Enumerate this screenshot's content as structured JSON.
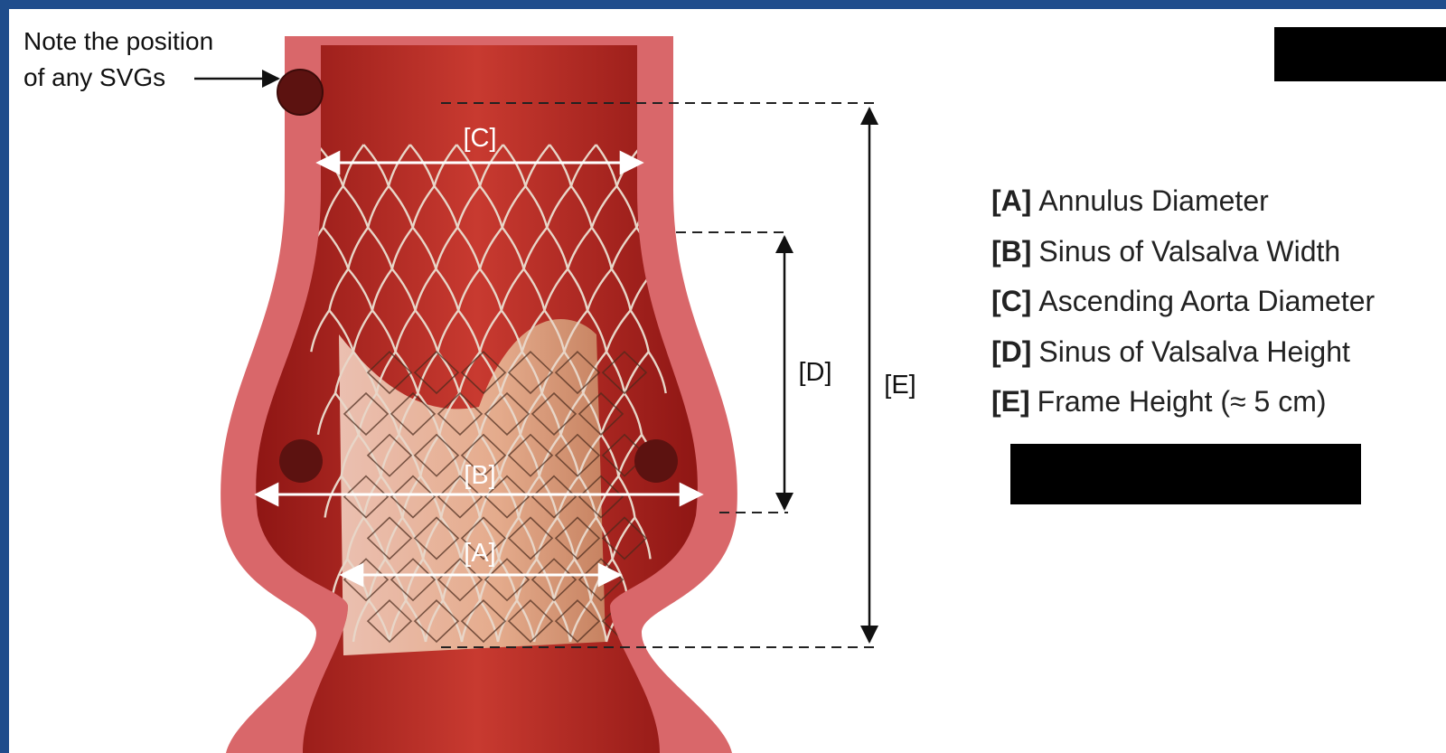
{
  "colors": {
    "background_border": "#1f4d8c",
    "vessel_wall": "#d9676a",
    "vessel_lumen": "#b3221f",
    "frame_wire": "#e8d6c8",
    "leaflet": "#e9b79a",
    "svg_dot": "#5c1210"
  },
  "note": {
    "line1": "Note the position",
    "line2": "of any SVGs"
  },
  "dimensions": {
    "a": "[A]",
    "b": "[B]",
    "c": "[C]",
    "d": "[D]",
    "e": "[E]"
  },
  "legend": [
    {
      "key": "[A]",
      "text": "Annulus Diameter"
    },
    {
      "key": "[B]",
      "text": "Sinus of Valsalva Width"
    },
    {
      "key": "[C]",
      "text": "Ascending Aorta Diameter"
    },
    {
      "key": "[D]",
      "text": "Sinus of Valsalva Height"
    },
    {
      "key": "[E]",
      "text": "Frame Height (≈ 5 cm)"
    }
  ],
  "icons": {
    "arrow": "arrow-right-icon",
    "svg_marker": "svg-graft-marker-icon"
  }
}
